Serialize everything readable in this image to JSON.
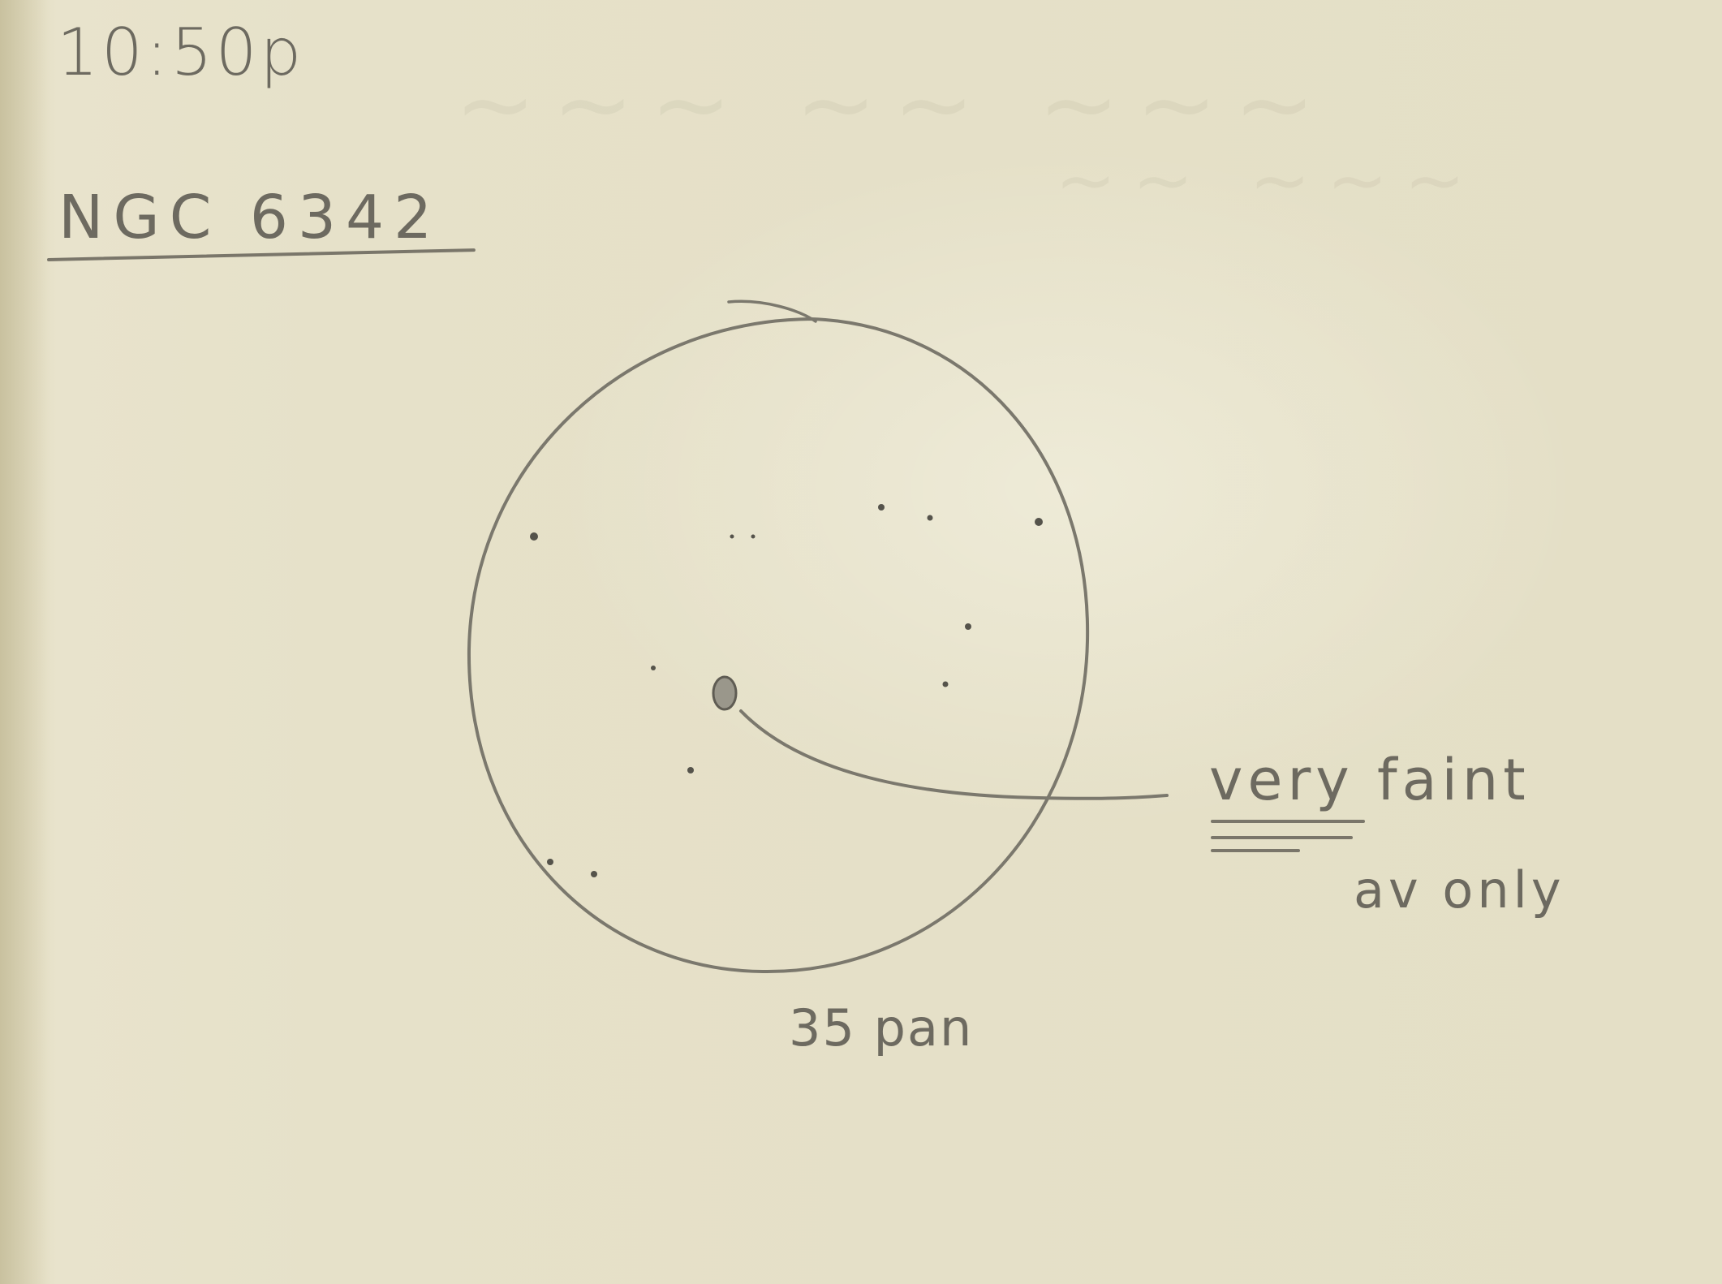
{
  "observation": {
    "time": "10:50p",
    "object": "NGC 6342",
    "eyepiece": "35 pan",
    "annotation": {
      "line1": "very faint",
      "line2": "av only"
    }
  },
  "colors": {
    "paper": "#e6e1c9",
    "pencil": "#6d6a60"
  }
}
